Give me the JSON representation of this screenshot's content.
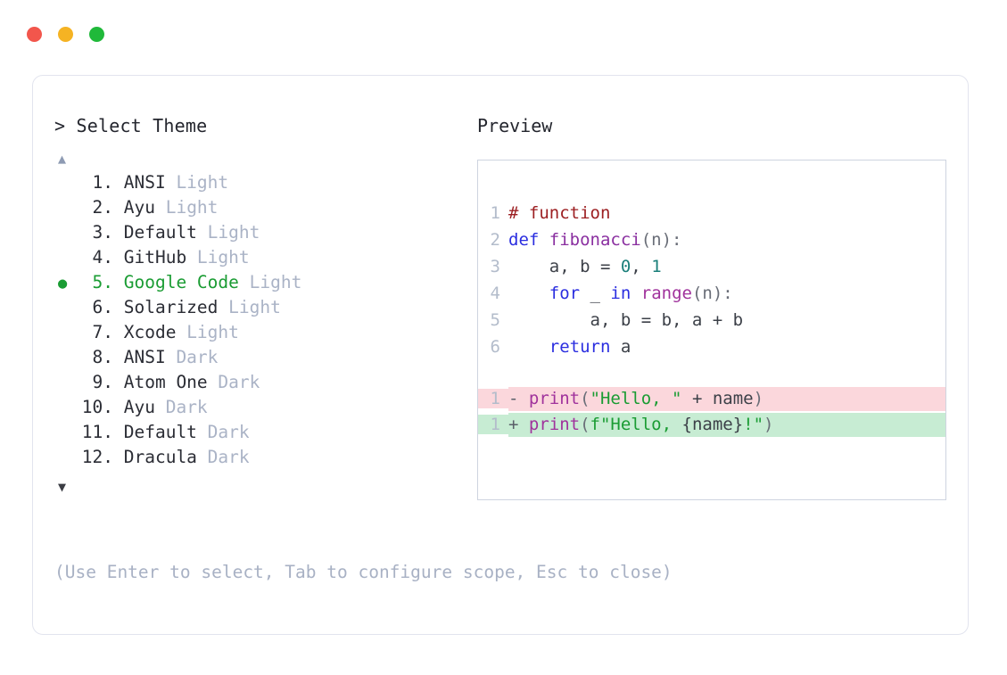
{
  "window": {
    "controls": [
      {
        "name": "close",
        "color": "#f2564c"
      },
      {
        "name": "minimize",
        "color": "#f5b323"
      },
      {
        "name": "maximize",
        "color": "#20b93a"
      }
    ]
  },
  "left_panel": {
    "prompt": "> Select Theme",
    "scroll_up_icon": "▲",
    "scroll_down_icon": "▼",
    "selected_index": 5,
    "selected_bullet": "●",
    "accent_color": "#1a9c33",
    "variant_color": "#aab3c6",
    "items": [
      {
        "number": "1.",
        "name": "ANSI",
        "variant": "Light",
        "selected": false
      },
      {
        "number": "2.",
        "name": "Ayu",
        "variant": "Light",
        "selected": false
      },
      {
        "number": "3.",
        "name": "Default",
        "variant": "Light",
        "selected": false
      },
      {
        "number": "4.",
        "name": "GitHub",
        "variant": "Light",
        "selected": false
      },
      {
        "number": "5.",
        "name": "Google Code",
        "variant": "Light",
        "selected": true
      },
      {
        "number": "6.",
        "name": "Solarized",
        "variant": "Light",
        "selected": false
      },
      {
        "number": "7.",
        "name": "Xcode",
        "variant": "Light",
        "selected": false
      },
      {
        "number": "8.",
        "name": "ANSI",
        "variant": "Dark",
        "selected": false
      },
      {
        "number": "9.",
        "name": "Atom One",
        "variant": "Dark",
        "selected": false
      },
      {
        "number": "10.",
        "name": "Ayu",
        "variant": "Dark",
        "selected": false
      },
      {
        "number": "11.",
        "name": "Default",
        "variant": "Dark",
        "selected": false
      },
      {
        "number": "12.",
        "name": "Dracula",
        "variant": "Dark",
        "selected": false
      }
    ]
  },
  "hint": "(Use Enter to select, Tab to configure scope, Esc to close)",
  "right_panel": {
    "label": "Preview",
    "code_lines": [
      {
        "ln": "1",
        "tokens": [
          {
            "t": "# function",
            "c": "comment"
          }
        ]
      },
      {
        "ln": "2",
        "tokens": [
          {
            "t": "def ",
            "c": "keyword"
          },
          {
            "t": "fibonacci",
            "c": "func"
          },
          {
            "t": "(n):",
            "c": "punct"
          }
        ]
      },
      {
        "ln": "3",
        "tokens": [
          {
            "t": "    a, b = ",
            "c": "plain"
          },
          {
            "t": "0",
            "c": "number"
          },
          {
            "t": ", ",
            "c": "plain"
          },
          {
            "t": "1",
            "c": "number"
          }
        ]
      },
      {
        "ln": "4",
        "tokens": [
          {
            "t": "    ",
            "c": "plain"
          },
          {
            "t": "for",
            "c": "keyword"
          },
          {
            "t": " _ ",
            "c": "plain"
          },
          {
            "t": "in",
            "c": "keyword"
          },
          {
            "t": " ",
            "c": "plain"
          },
          {
            "t": "range",
            "c": "builtin"
          },
          {
            "t": "(n):",
            "c": "punct"
          }
        ]
      },
      {
        "ln": "5",
        "tokens": [
          {
            "t": "        a, b = b, a + b",
            "c": "plain"
          }
        ]
      },
      {
        "ln": "6",
        "tokens": [
          {
            "t": "    ",
            "c": "plain"
          },
          {
            "t": "return",
            "c": "keyword"
          },
          {
            "t": " a",
            "c": "plain"
          }
        ]
      }
    ],
    "diff_lines": [
      {
        "ln": "1",
        "kind": "del",
        "background": "#fbd7dc",
        "tokens": [
          {
            "t": "- ",
            "c": "marker"
          },
          {
            "t": "print",
            "c": "builtin"
          },
          {
            "t": "(",
            "c": "punct"
          },
          {
            "t": "\"Hello, \"",
            "c": "string"
          },
          {
            "t": " + name",
            "c": "plain"
          },
          {
            "t": ")",
            "c": "punct"
          }
        ]
      },
      {
        "ln": "1",
        "kind": "add",
        "background": "#c7ecd3",
        "tokens": [
          {
            "t": "+ ",
            "c": "marker"
          },
          {
            "t": "print",
            "c": "builtin"
          },
          {
            "t": "(",
            "c": "punct"
          },
          {
            "t": "f\"Hello, ",
            "c": "string"
          },
          {
            "t": "{name}",
            "c": "plain"
          },
          {
            "t": "!\"",
            "c": "string"
          },
          {
            "t": ")",
            "c": "punct"
          }
        ]
      }
    ]
  }
}
